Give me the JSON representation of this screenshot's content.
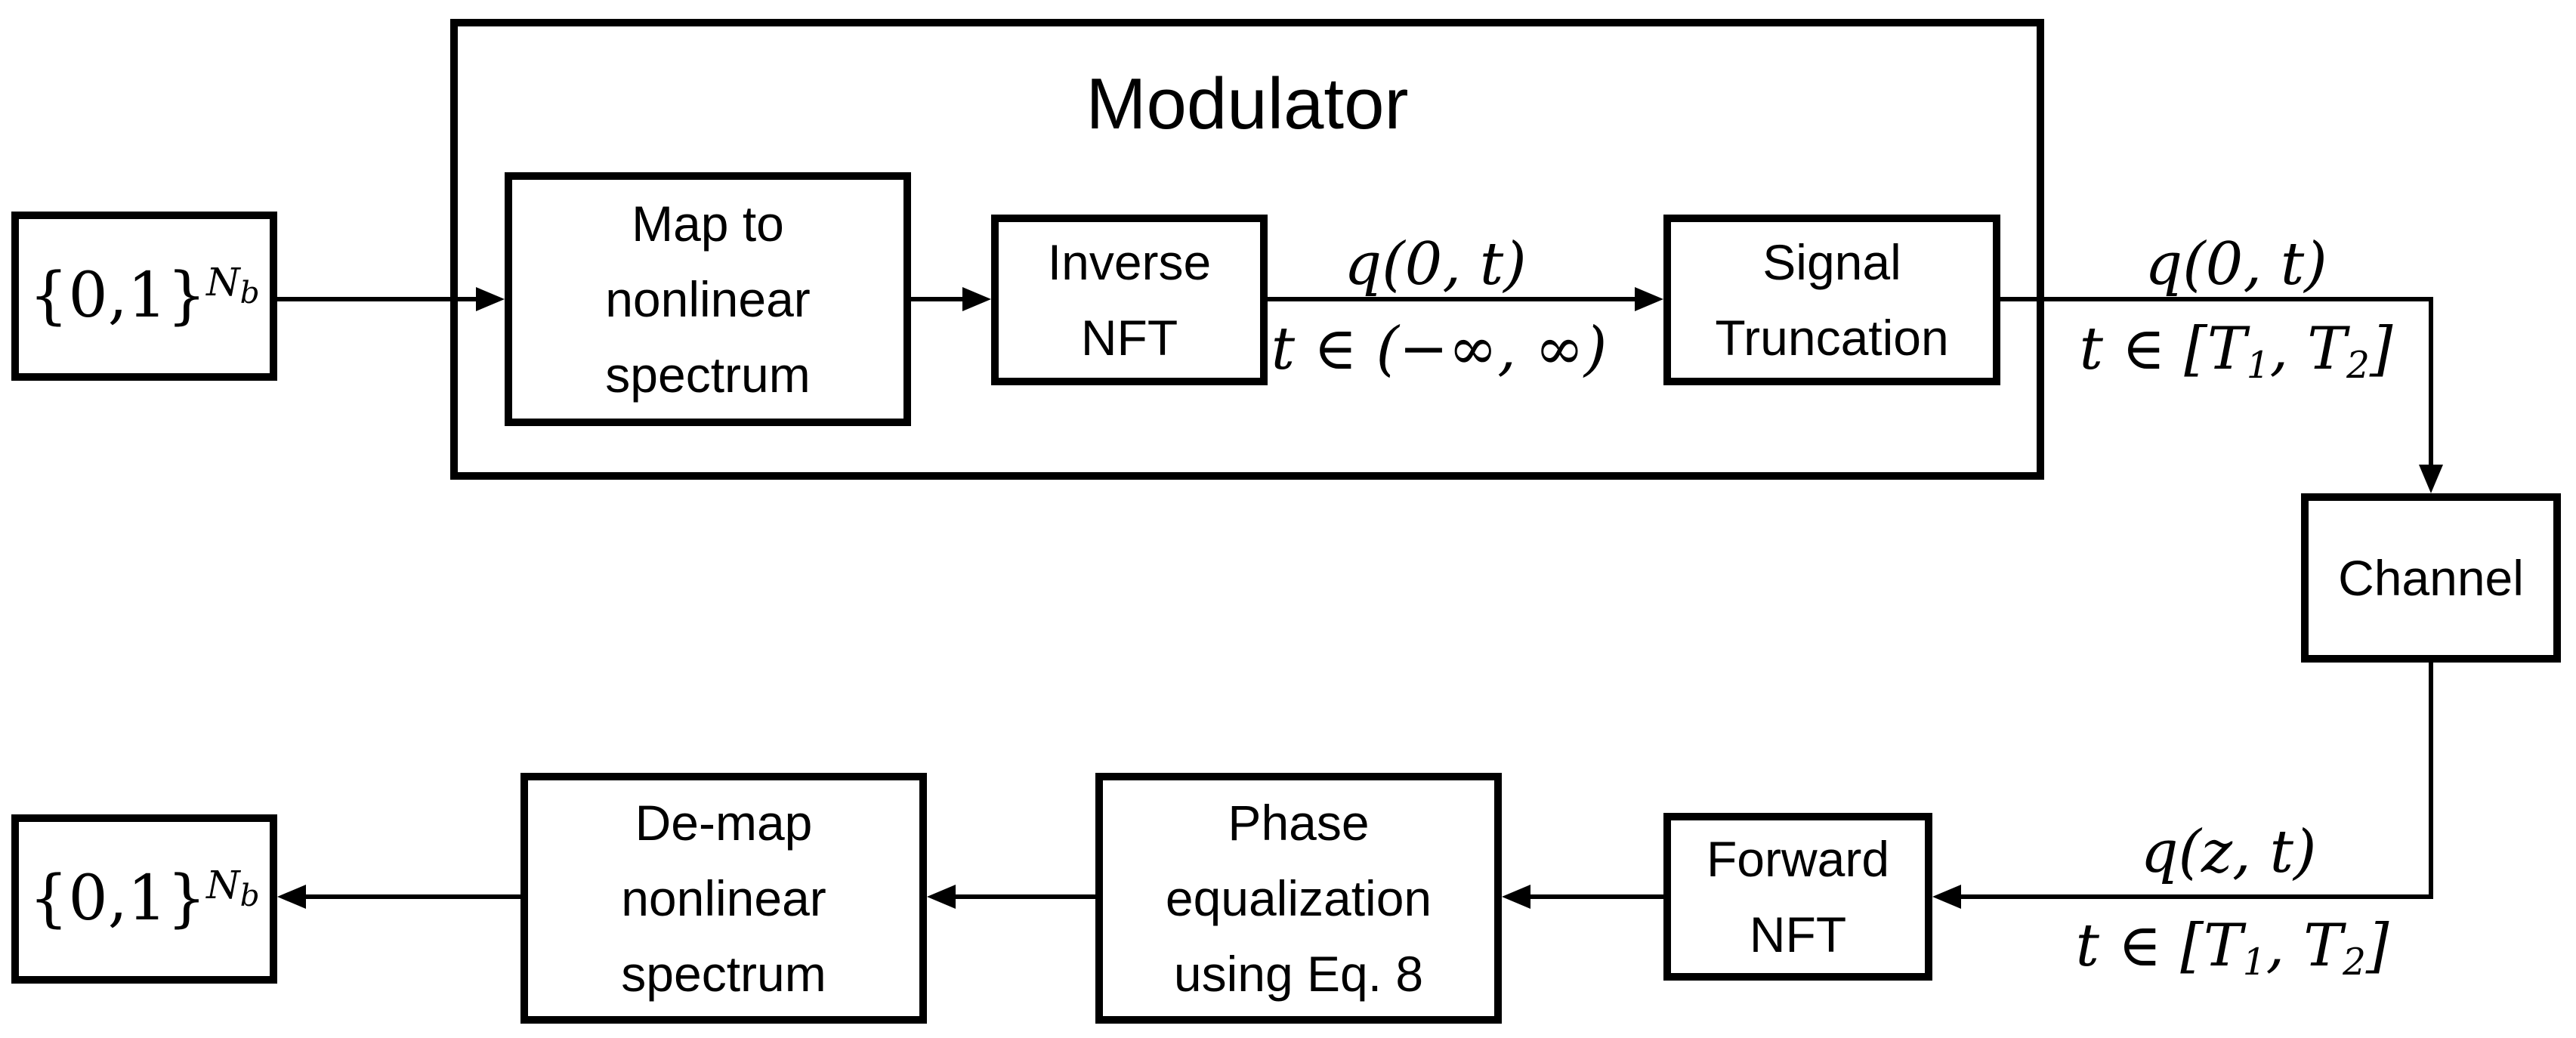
{
  "diagram": {
    "background_color": "#ffffff",
    "stroke_color": "#000000",
    "modulator_group": {
      "title": "Modulator"
    },
    "boxes": {
      "bits_in": "{0,1}^{N_{b}}",
      "map": [
        "Map to",
        "nonlinear",
        "spectrum"
      ],
      "inverse_nft": [
        "Inverse",
        "NFT"
      ],
      "signal_truncation": [
        "Signal",
        "Truncation"
      ],
      "channel": "Channel",
      "forward_nft": [
        "Forward",
        "NFT"
      ],
      "phase_equalization": [
        "Phase",
        "equalization",
        "using Eq. 8"
      ],
      "demap": [
        "De-map",
        "nonlinear",
        "spectrum"
      ],
      "bits_out": "{0,1}^{N_{b}}"
    },
    "edge_labels": {
      "after_inverse_nft_top": "q(0, t)",
      "after_inverse_nft_bottom": "t ∈ (−∞, ∞)",
      "after_truncation_top": "q(0, t)",
      "after_truncation_bottom": "t ∈ [T_{1}, T_{2}]",
      "after_channel_top": "q(z, t)",
      "after_channel_bottom": "t ∈ [T_{1}, T_{2}]"
    }
  }
}
